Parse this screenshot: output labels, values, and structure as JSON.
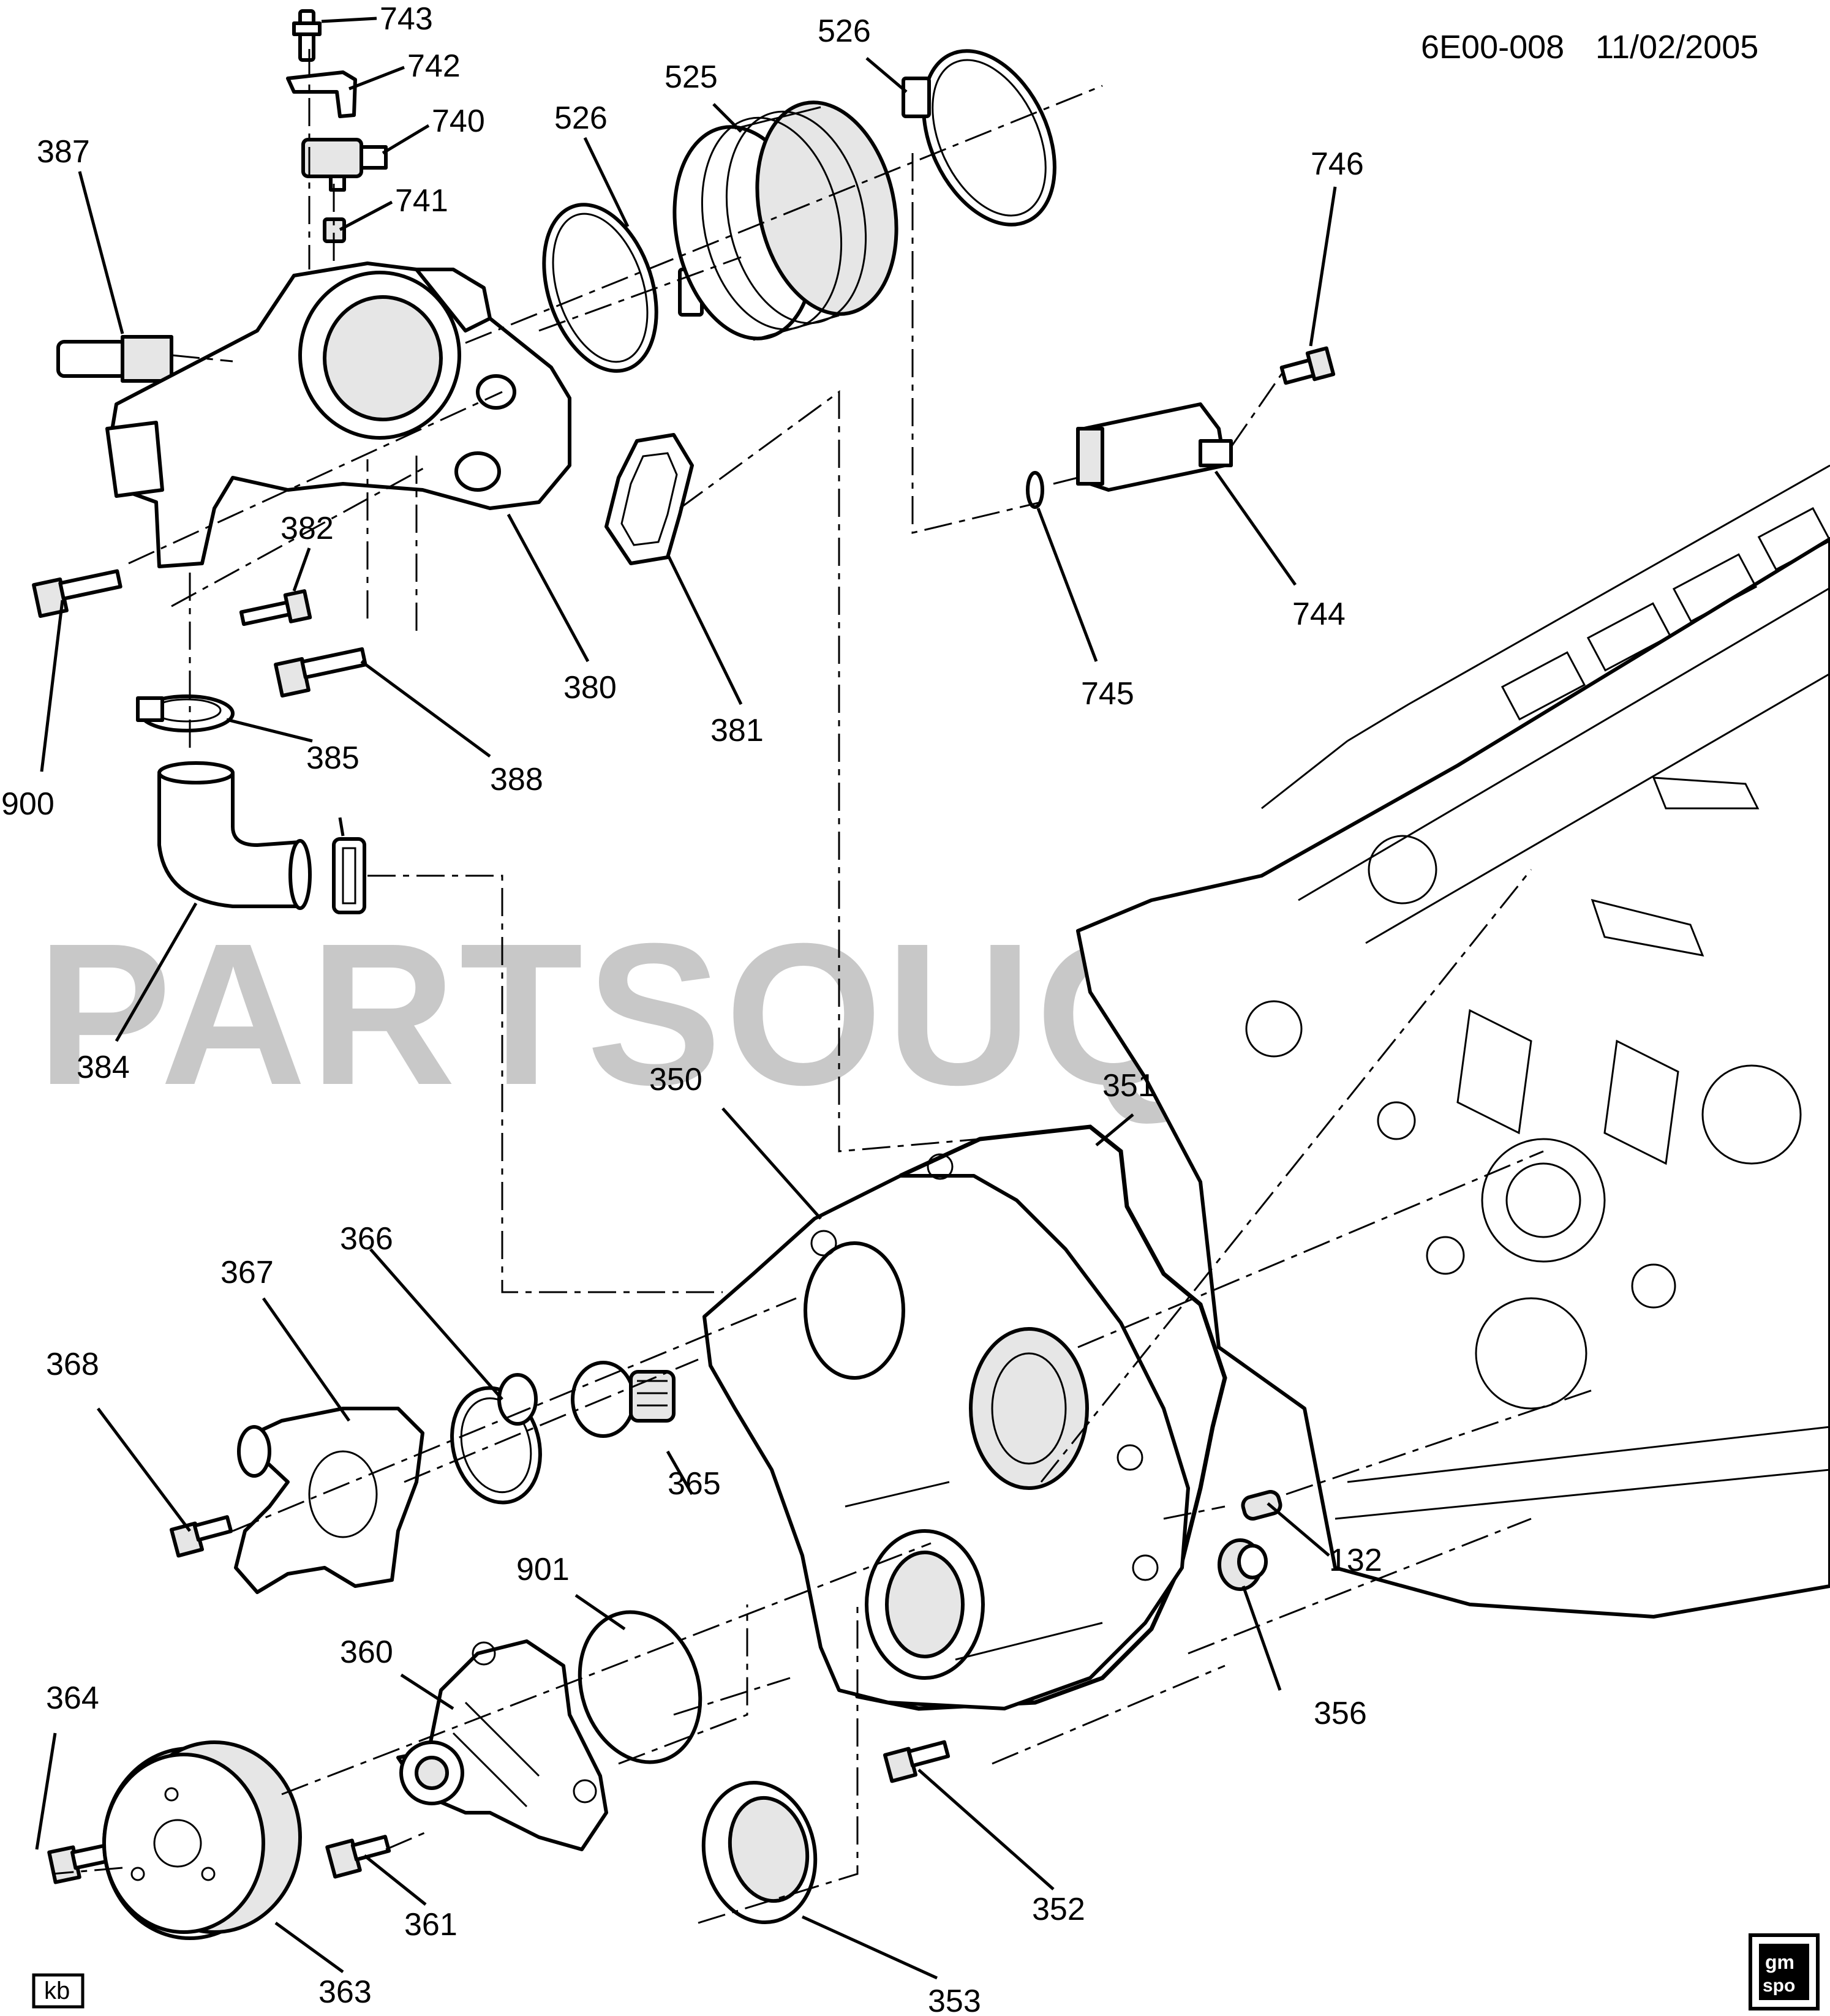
{
  "header": {
    "code": "6E00-008",
    "date": "11/02/2005"
  },
  "watermark": "PARTSOUQ.COM",
  "footer": {
    "initials": "kb",
    "logo_text_top": "gm",
    "logo_text_bottom": "spo"
  },
  "parts": [
    {
      "id": "743"
    },
    {
      "id": "742"
    },
    {
      "id": "740"
    },
    {
      "id": "741"
    },
    {
      "id": "387"
    },
    {
      "id": "526a",
      "label": "526"
    },
    {
      "id": "525"
    },
    {
      "id": "526b",
      "label": "526"
    },
    {
      "id": "746"
    },
    {
      "id": "382"
    },
    {
      "id": "744"
    },
    {
      "id": "745"
    },
    {
      "id": "380"
    },
    {
      "id": "381"
    },
    {
      "id": "900"
    },
    {
      "id": "385"
    },
    {
      "id": "388"
    },
    {
      "id": "384"
    },
    {
      "id": "350"
    },
    {
      "id": "351"
    },
    {
      "id": "366"
    },
    {
      "id": "367"
    },
    {
      "id": "368"
    },
    {
      "id": "365"
    },
    {
      "id": "132"
    },
    {
      "id": "901"
    },
    {
      "id": "360"
    },
    {
      "id": "356"
    },
    {
      "id": "364"
    },
    {
      "id": "352"
    },
    {
      "id": "361"
    },
    {
      "id": "363"
    },
    {
      "id": "353"
    }
  ]
}
